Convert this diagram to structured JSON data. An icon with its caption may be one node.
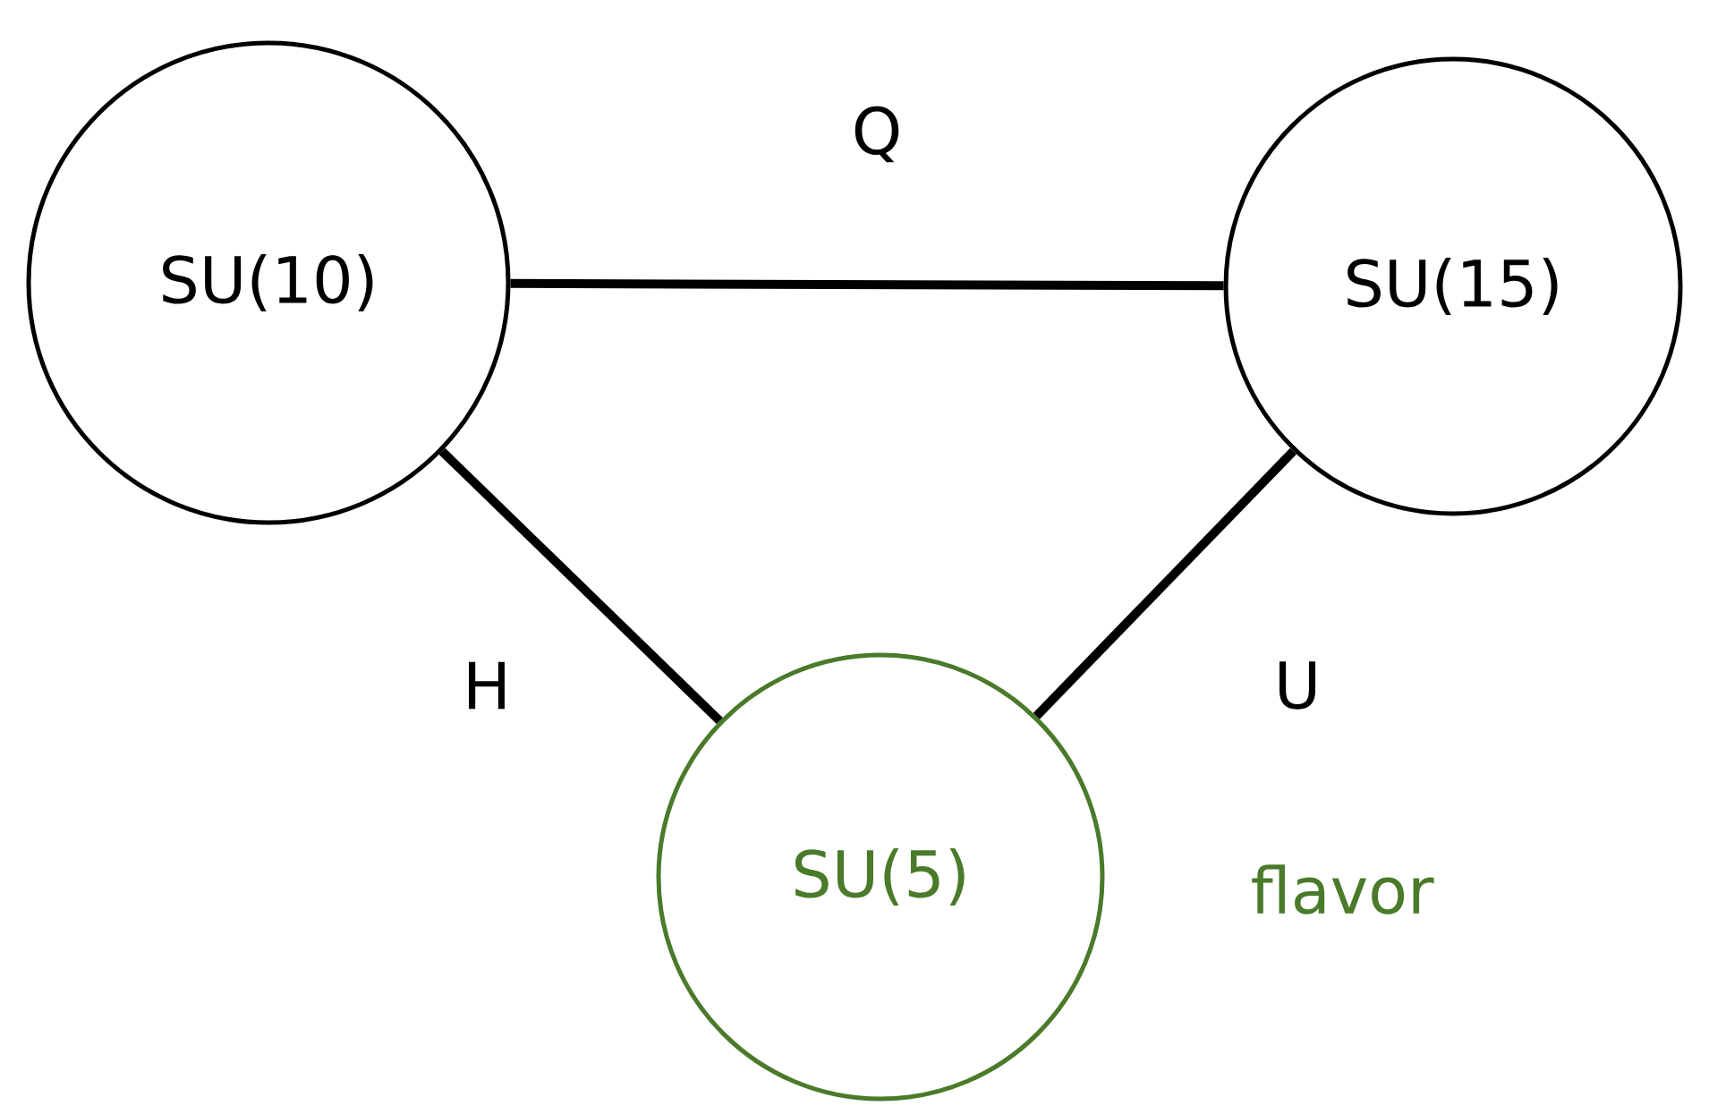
{
  "diagram": {
    "nodes": [
      {
        "text": [
          "SU(10)"
        ]
      },
      {
        "text": [
          "SU(15)"
        ]
      },
      {
        "text": [
          "SU(5)"
        ],
        "beside": [
          "flavor"
        ]
      }
    ],
    "edges": [
      {
        "from": 0,
        "to": 1,
        "arrow": "none",
        "label": "Q"
      },
      {
        "from": 0,
        "to": 2,
        "arrow": "none",
        "label": "H"
      },
      {
        "from": 1,
        "to": 2,
        "arrow": "none",
        "label": "U"
      }
    ]
  }
}
